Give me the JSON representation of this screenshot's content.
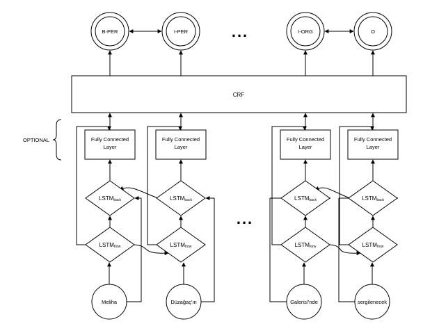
{
  "output_tags": [
    "B-PER",
    "I-PER",
    "I-ORG",
    "O"
  ],
  "crf_label": "CRF",
  "optional_label": "OPTIONAL",
  "fc_label_line1": "Fully Connected",
  "fc_label_line2": "Layer",
  "lstm_back": {
    "base": "LSTM",
    "sub": "back"
  },
  "lstm_forw": {
    "base": "LSTM",
    "sub": "forw"
  },
  "tokens": [
    "Meliha",
    "Düzağaç'ın",
    "Galeris/'nde",
    "sergilenecek"
  ],
  "ellipsis": "..."
}
